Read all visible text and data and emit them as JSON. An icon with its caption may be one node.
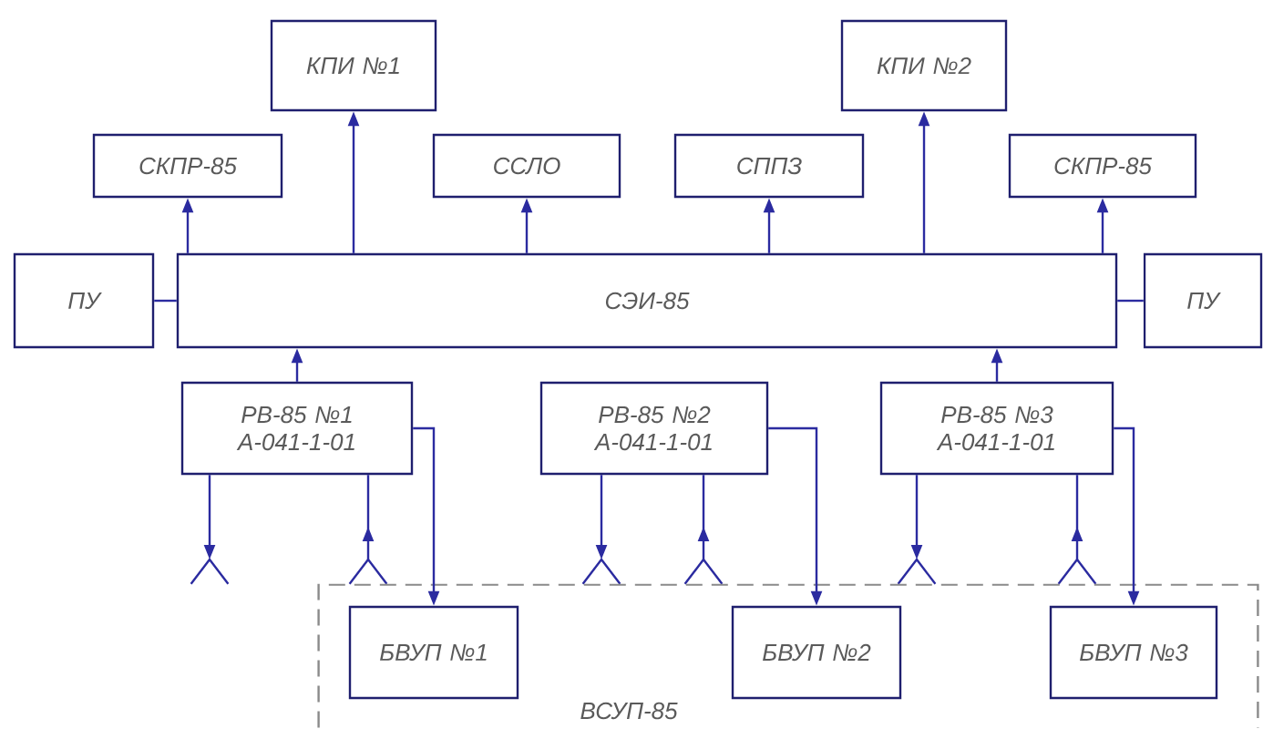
{
  "diagram": {
    "nodes": [
      {
        "text": [
          "КПИ №1"
        ]
      },
      {
        "text": [
          "КПИ №2"
        ]
      },
      {
        "text": [
          "СКПР-85"
        ]
      },
      {
        "text": [
          "ССЛО"
        ]
      },
      {
        "text": [
          "СППЗ"
        ]
      },
      {
        "text": [
          "СКПР-85"
        ]
      },
      {
        "text": [
          "ПУ"
        ]
      },
      {
        "text": [
          "СЭИ-85"
        ]
      },
      {
        "text": [
          "ПУ"
        ]
      },
      {
        "text": [
          "РВ-85 №1 А-041-1-01"
        ]
      },
      {
        "text": [
          "РВ-85 №2 А-041-1-01"
        ]
      },
      {
        "text": [
          "РВ-85 №3 А-041-1-01"
        ]
      },
      {
        "text": [],
        "shape": "fork"
      },
      {
        "text": [],
        "shape": "fork"
      },
      {
        "text": [],
        "shape": "fork"
      },
      {
        "text": [],
        "shape": "fork"
      },
      {
        "text": [],
        "shape": "fork"
      },
      {
        "text": [],
        "shape": "fork"
      },
      {
        "text": [
          "ВСУП-85"
        ]
      },
      {
        "text": [
          "БВУП №1"
        ],
        "in": 18
      },
      {
        "text": [
          "БВУП №2"
        ],
        "in": 18
      },
      {
        "text": [
          "БВУП №3"
        ],
        "in": 18
      }
    ],
    "edges": [
      {
        "from": 7,
        "to": 0,
        "arrow": "to"
      },
      {
        "from": 7,
        "to": 2,
        "arrow": "to"
      },
      {
        "from": 7,
        "to": 3,
        "arrow": "to"
      },
      {
        "from": 7,
        "to": 4,
        "arrow": "to"
      },
      {
        "from": 7,
        "to": 1,
        "arrow": "to"
      },
      {
        "from": 7,
        "to": 5,
        "arrow": "to"
      },
      {
        "from": 6,
        "to": 7,
        "arrow": "none"
      },
      {
        "from": 8,
        "to": 7,
        "arrow": "none"
      },
      {
        "from": 9,
        "to": 7,
        "arrow": "to"
      },
      {
        "from": 11,
        "to": 7,
        "arrow": "to"
      },
      {
        "from": 9,
        "to": 19,
        "arrow": "to"
      },
      {
        "from": 10,
        "to": 20,
        "arrow": "to"
      },
      {
        "from": 11,
        "to": 21,
        "arrow": "to"
      },
      {
        "from": 9,
        "to": 12,
        "arrow": "to"
      },
      {
        "from": 13,
        "to": 9,
        "arrow": "to"
      },
      {
        "from": 10,
        "to": 14,
        "arrow": "to"
      },
      {
        "from": 15,
        "to": 10,
        "arrow": "to"
      },
      {
        "from": 11,
        "to": 16,
        "arrow": "to"
      },
      {
        "from": 17,
        "to": 11,
        "arrow": "to"
      }
    ]
  }
}
